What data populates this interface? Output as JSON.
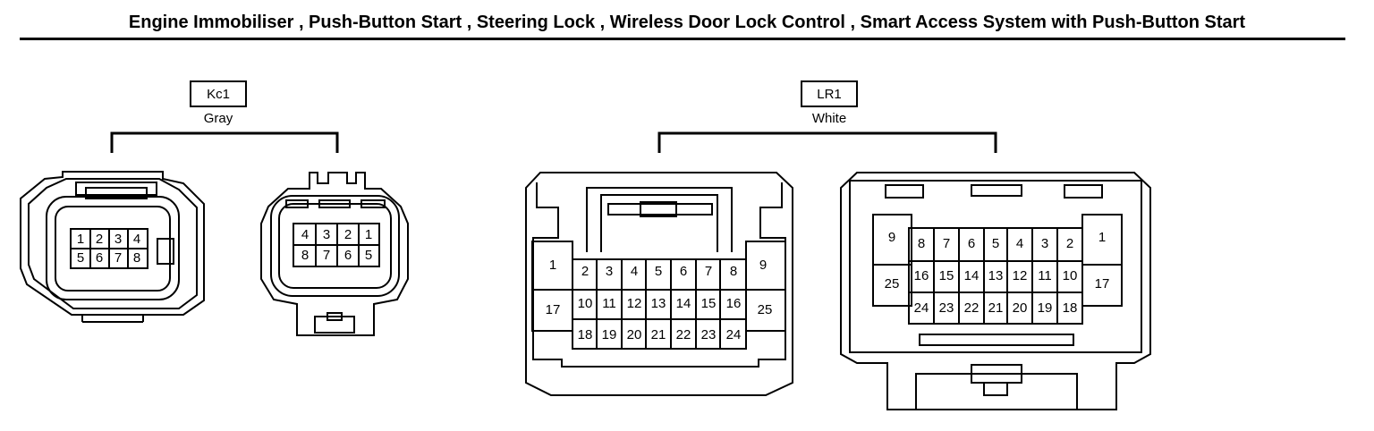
{
  "title": "Engine Immobiliser , Push-Button Start , Steering Lock , Wireless Door Lock Control , Smart Access System with Push-Button Start",
  "connectors": [
    {
      "code": "Kc1",
      "color": "Gray",
      "male_rows": [
        [
          "1",
          "2",
          "3",
          "4"
        ],
        [
          "5",
          "6",
          "7",
          "8"
        ]
      ],
      "female_rows": [
        [
          "4",
          "3",
          "2",
          "1"
        ],
        [
          "8",
          "7",
          "6",
          "5"
        ]
      ]
    },
    {
      "code": "LR1",
      "color": "White",
      "left_top": [
        "1",
        "2",
        "3",
        "4",
        "5",
        "6",
        "7",
        "8",
        "9"
      ],
      "left_mid": [
        "17",
        "10",
        "11",
        "12",
        "13",
        "14",
        "15",
        "16",
        "25"
      ],
      "left_bottom": [
        "18",
        "19",
        "20",
        "21",
        "22",
        "23",
        "24"
      ],
      "right_top": [
        "9",
        "8",
        "7",
        "6",
        "5",
        "4",
        "3",
        "2",
        "1"
      ],
      "right_mid": [
        "25",
        "16",
        "15",
        "14",
        "13",
        "12",
        "11",
        "10",
        "17"
      ],
      "right_bottom": [
        "24",
        "23",
        "22",
        "21",
        "20",
        "19",
        "18"
      ]
    }
  ]
}
